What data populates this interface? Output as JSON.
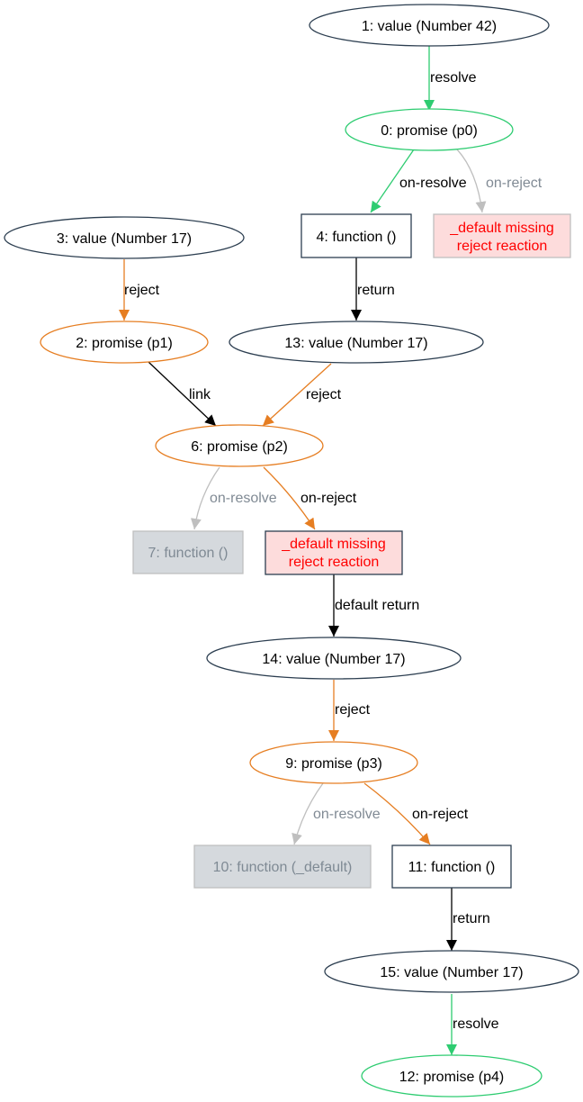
{
  "colors": {
    "dark": "#2c3e50",
    "green": "#2ecc71",
    "orange": "#e67e22",
    "gray": "#bfbfbf",
    "gray_text": "#808a94",
    "black": "#000000",
    "red_text": "#ff0000",
    "missing_fill": "#fddcdc",
    "missing_border_gray": "#bfbfbf",
    "dim_fill": "#d5d9dd",
    "dim_text": "#7f8a94"
  },
  "nodes": {
    "n1": "1: value (Number 42)",
    "n0": "0: promise (p0)",
    "n3": "3: value (Number 17)",
    "n4": "4: function ()",
    "nMiss1": [
      "_default missing",
      "reject reaction"
    ],
    "n2": "2: promise (p1)",
    "n13": "13: value (Number 17)",
    "n6": "6: promise (p2)",
    "n7": "7: function ()",
    "nMiss2": [
      "_default missing",
      "reject reaction"
    ],
    "n14": "14: value (Number 17)",
    "n9": "9: promise (p3)",
    "n10": "10: function (_default)",
    "n11": "11: function ()",
    "n15": "15: value (Number 17)",
    "n12": "12: promise (p4)"
  },
  "edges": {
    "e1_0": "resolve",
    "e0_4": "on-resolve",
    "e0_miss1": "on-reject",
    "e3_2": "reject",
    "e4_13": "return",
    "e2_6": "link",
    "e13_6": "reject",
    "e6_7": "on-resolve",
    "e6_miss2": "on-reject",
    "emiss2_14": "default return",
    "e14_9": "reject",
    "e9_10": "on-resolve",
    "e9_11": "on-reject",
    "e11_15": "return",
    "e15_12": "resolve"
  }
}
